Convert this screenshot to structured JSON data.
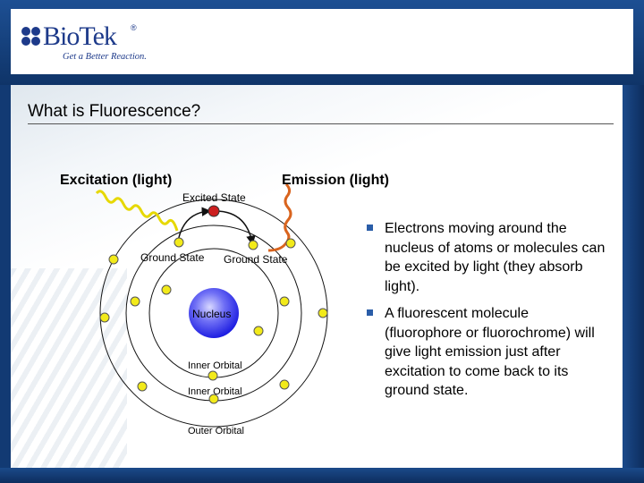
{
  "brand": {
    "name": "BioTek",
    "registered": "®",
    "tagline": "Get a Better Reaction."
  },
  "slide": {
    "title": "What is Fluorescence?"
  },
  "diagram": {
    "excitation_label": "Excitation (light)",
    "emission_label": "Emission (light)",
    "excited_state_label": "Excited State",
    "ground_state_left_label": "Ground State",
    "ground_state_right_label": "Ground State",
    "nucleus_label": "Nucleus",
    "inner_orbital_label_1": "Inner Orbital",
    "inner_orbital_label_2": "Inner Orbital",
    "outer_orbital_label": "Outer Orbital",
    "colors": {
      "electron": "#f2ea1a",
      "excited_electron": "#cc1f1f",
      "nucleus_core": "#1818e0",
      "excitation_wave": "#e6d800",
      "emission_wave": "#d9641e"
    }
  },
  "bullets": [
    {
      "text": "Electrons moving around the nucleus of atoms or molecules can be excited by light (they absorb light)."
    },
    {
      "text": "A fluorescent molecule (fluorophore or fluorochrome) will give light emission just after excitation to come back to its ground state."
    }
  ]
}
